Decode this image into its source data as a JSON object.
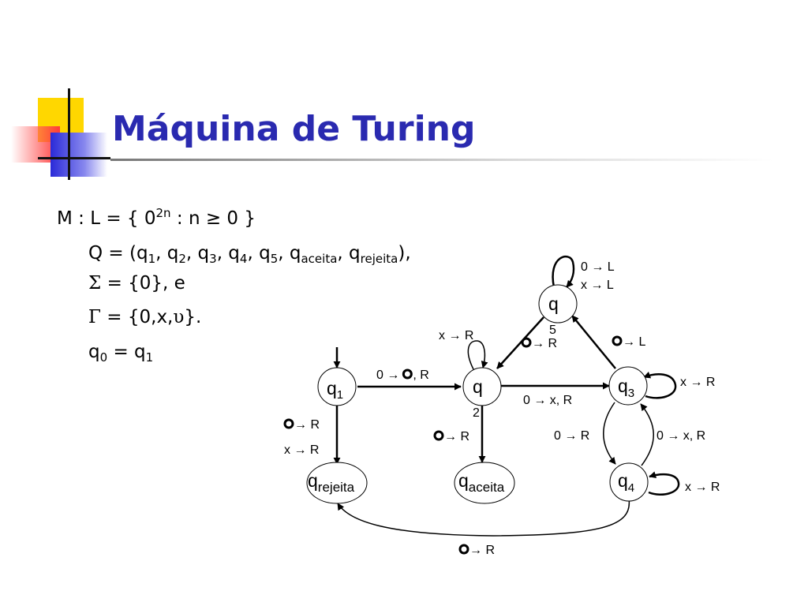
{
  "title": "Máquina de Turing",
  "definition": {
    "machine_prefix": "M : L = { 0",
    "machine_exp": "2n",
    "machine_suffix": " : n ≥ 0 }",
    "states_line": {
      "p0": "Q = (q",
      "s1": "1",
      "p1": ", q",
      "s2": "2",
      "p2": ", q",
      "s3": "3",
      "p3": ", q",
      "s4": "4",
      "p4": ", q",
      "s5": "5",
      "p5": ", q",
      "s6": "aceita",
      "p6": ", q",
      "s7": "rejeita",
      "p7": "),"
    },
    "sigma_symbol": "Σ",
    "sigma_text": " = {0}, e",
    "gamma_symbol": "Γ",
    "gamma_text": " = {0,x,",
    "gamma_blank": "υ",
    "gamma_end": "}.",
    "start_q": "q",
    "start_sub": "0",
    "start_eq": " = q",
    "start_sub2": "1"
  },
  "diagram": {
    "states": {
      "q1": {
        "main": "q",
        "sub": "1"
      },
      "q2": {
        "main": "q",
        "sub": "2"
      },
      "q3": {
        "main": "q",
        "sub": "3"
      },
      "q4": {
        "main": "q",
        "sub": "4"
      },
      "q5": {
        "main": "q",
        "sub": "5"
      },
      "qaceita": {
        "main": "q",
        "sub": "aceita"
      },
      "qrejeita": {
        "main": "q",
        "sub": "rejeita"
      }
    },
    "transitions": {
      "q1_q2": {
        "pre": "0 → ",
        "post": ", R",
        "blank": true
      },
      "q1_qrej_1": {
        "pre": "",
        "post": " → R",
        "blank": true
      },
      "q1_qrej_2": {
        "pre": "x → R",
        "post": "",
        "blank": false
      },
      "q2_loop": {
        "pre": "x → R",
        "post": "",
        "blank": false
      },
      "q2_qace": {
        "pre": "",
        "post": " → R",
        "blank": true
      },
      "q2_q3": {
        "pre": "0 →  x, R",
        "post": "",
        "blank": false
      },
      "q5_q2": {
        "pre": "",
        "post": " → R",
        "blank": true
      },
      "q3_q5": {
        "pre": "",
        "post": " → L",
        "blank": true
      },
      "q5_loop_1": {
        "pre": "0 →  L",
        "post": "",
        "blank": false
      },
      "q5_loop_2": {
        "pre": "x → L",
        "post": "",
        "blank": false
      },
      "q3_loop": {
        "pre": "x → R",
        "post": "",
        "blank": false
      },
      "q3_q4": {
        "pre": "0 →  R",
        "post": "",
        "blank": false
      },
      "q4_q3": {
        "pre": "0 →  x, R",
        "post": "",
        "blank": false
      },
      "q4_loop": {
        "pre": "x → R",
        "post": "",
        "blank": false
      },
      "q4_qrej": {
        "pre": "",
        "post": " → R",
        "blank": true
      }
    }
  }
}
